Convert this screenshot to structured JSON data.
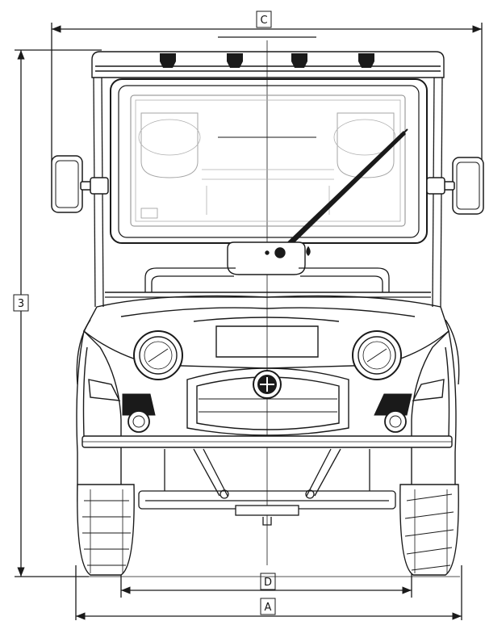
{
  "diagram": {
    "labels": {
      "width_overall": "C",
      "height_overall": "3",
      "track_width": "D",
      "width_body": "A"
    },
    "colors": {
      "ink": "#1a1a1a",
      "light_ink": "#8a8a8a",
      "paper": "#ffffff"
    }
  }
}
